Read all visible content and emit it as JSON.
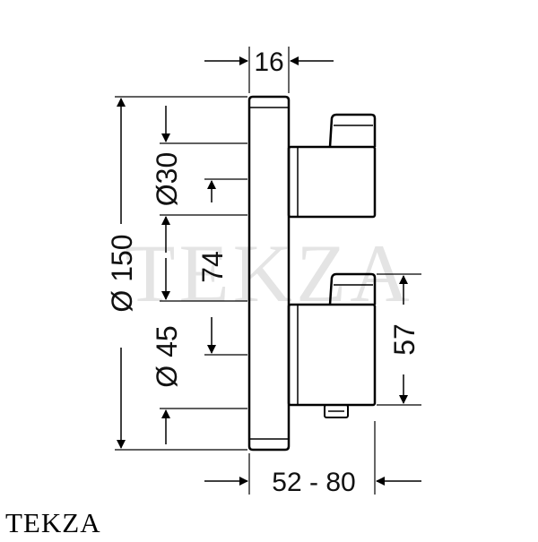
{
  "dimensions": {
    "top_width": "16",
    "outer_diameter": "Ø 150",
    "upper_knob_diameter": "Ø30",
    "knob_spacing": "74",
    "lower_knob_diameter": "Ø 45",
    "lower_body_height": "57",
    "depth_range": "52 - 80"
  },
  "watermark": "TEKZA",
  "brand": "TEKZA",
  "colors": {
    "line": "#000000",
    "background": "#ffffff"
  }
}
